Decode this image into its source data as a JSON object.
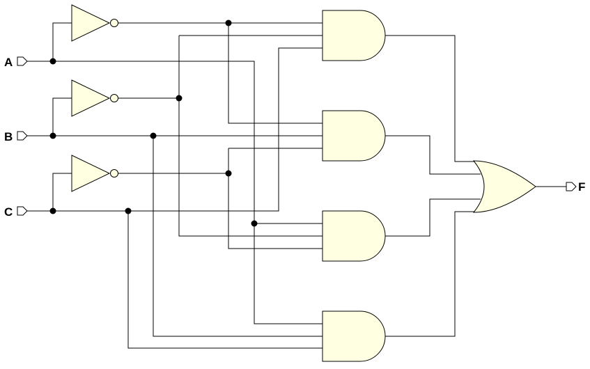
{
  "diagram": {
    "inputs": [
      {
        "label": "A"
      },
      {
        "label": "B"
      },
      {
        "label": "C"
      }
    ],
    "output": {
      "label": "F"
    },
    "colors": {
      "gate_fill": "#FFFFE1",
      "wire": "#000000",
      "background": "#FFFFFF"
    }
  }
}
